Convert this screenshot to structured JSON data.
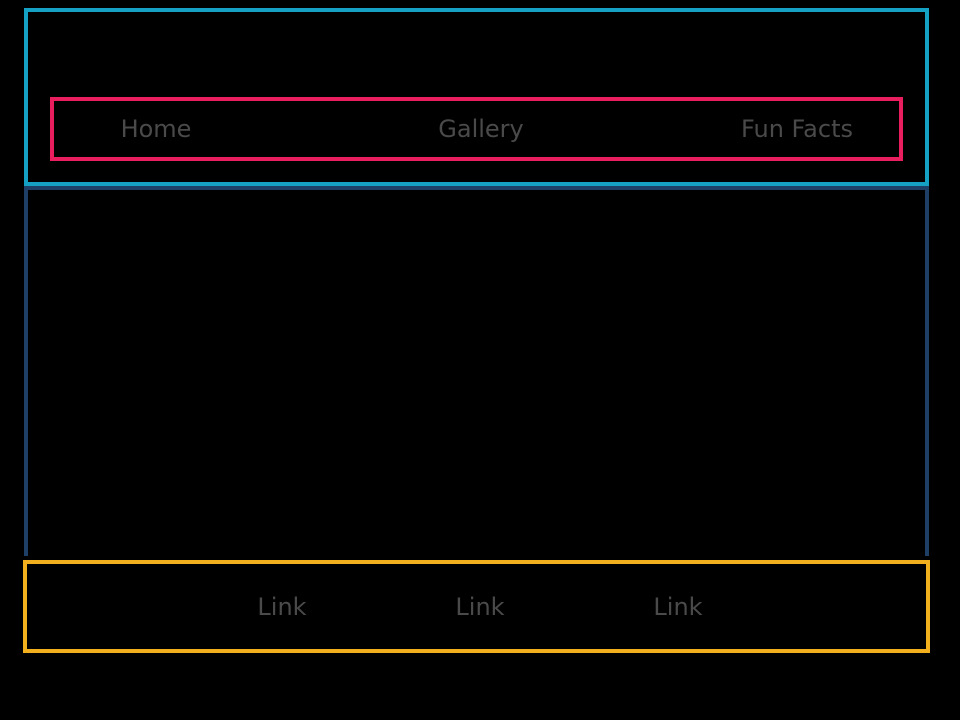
{
  "colors": {
    "background": "#000000",
    "header_border": "#14a1c4",
    "nav_border": "#e81e5e",
    "main_border": "#1f4066",
    "footer_border": "#f2b01e",
    "text": "#4a4a4a"
  },
  "nav": {
    "items": [
      {
        "label": "Home"
      },
      {
        "label": "Gallery"
      },
      {
        "label": "Fun Facts"
      }
    ]
  },
  "footer": {
    "links": [
      {
        "label": "Link"
      },
      {
        "label": "Link"
      },
      {
        "label": "Link"
      }
    ]
  }
}
